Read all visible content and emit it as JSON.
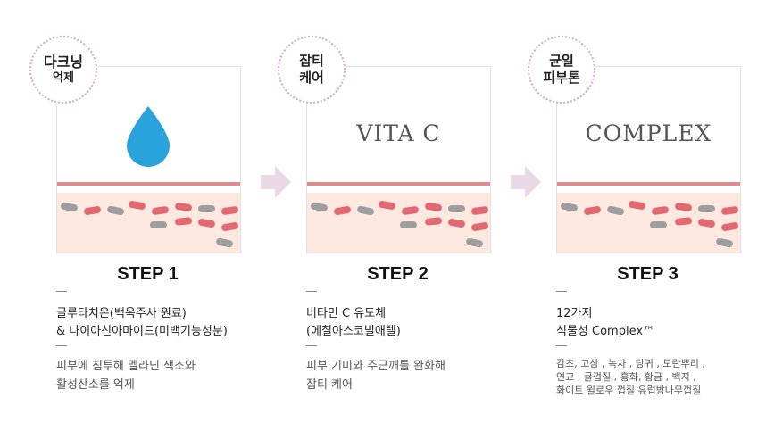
{
  "steps": [
    {
      "badge": [
        "다크닝",
        "억제"
      ],
      "panel_text": "",
      "title": "STEP 1",
      "main": [
        "글루타치온(백옥주사 원료)",
        "& 나이아신아마이드(미백기능성분)"
      ],
      "desc": [
        "피부에 침투해 멜라닌 색소와",
        "활성산소를 억제"
      ]
    },
    {
      "badge": [
        "잡티",
        "케어"
      ],
      "panel_text": "VITA C",
      "title": "STEP 2",
      "main": [
        "비타민 C 유도체",
        "(에칠아스코빌애텔)"
      ],
      "desc": [
        "피부 기미와 주근깨를 완화해",
        "잡티 케어"
      ]
    },
    {
      "badge": [
        "균일",
        "피부톤"
      ],
      "panel_text": "COMPLEX",
      "title": "STEP 3",
      "main": [
        "12가지",
        "식물성 Complex™"
      ],
      "desc": [
        "감초, 고삼 , 녹차 , 당귀 , 모란뿌리 ,",
        "연교 , 귤껍질 , 홍화, 황금 , 백지 ,",
        "화이트 윌로우 껍질  유럽밤나무껍질"
      ]
    }
  ],
  "colors": {
    "drop": "#2aa3dc",
    "stripe": "#e08a8e",
    "skin": "#fde9df",
    "arrow": "#ead8e6",
    "badge_border": "#d2aac7"
  }
}
